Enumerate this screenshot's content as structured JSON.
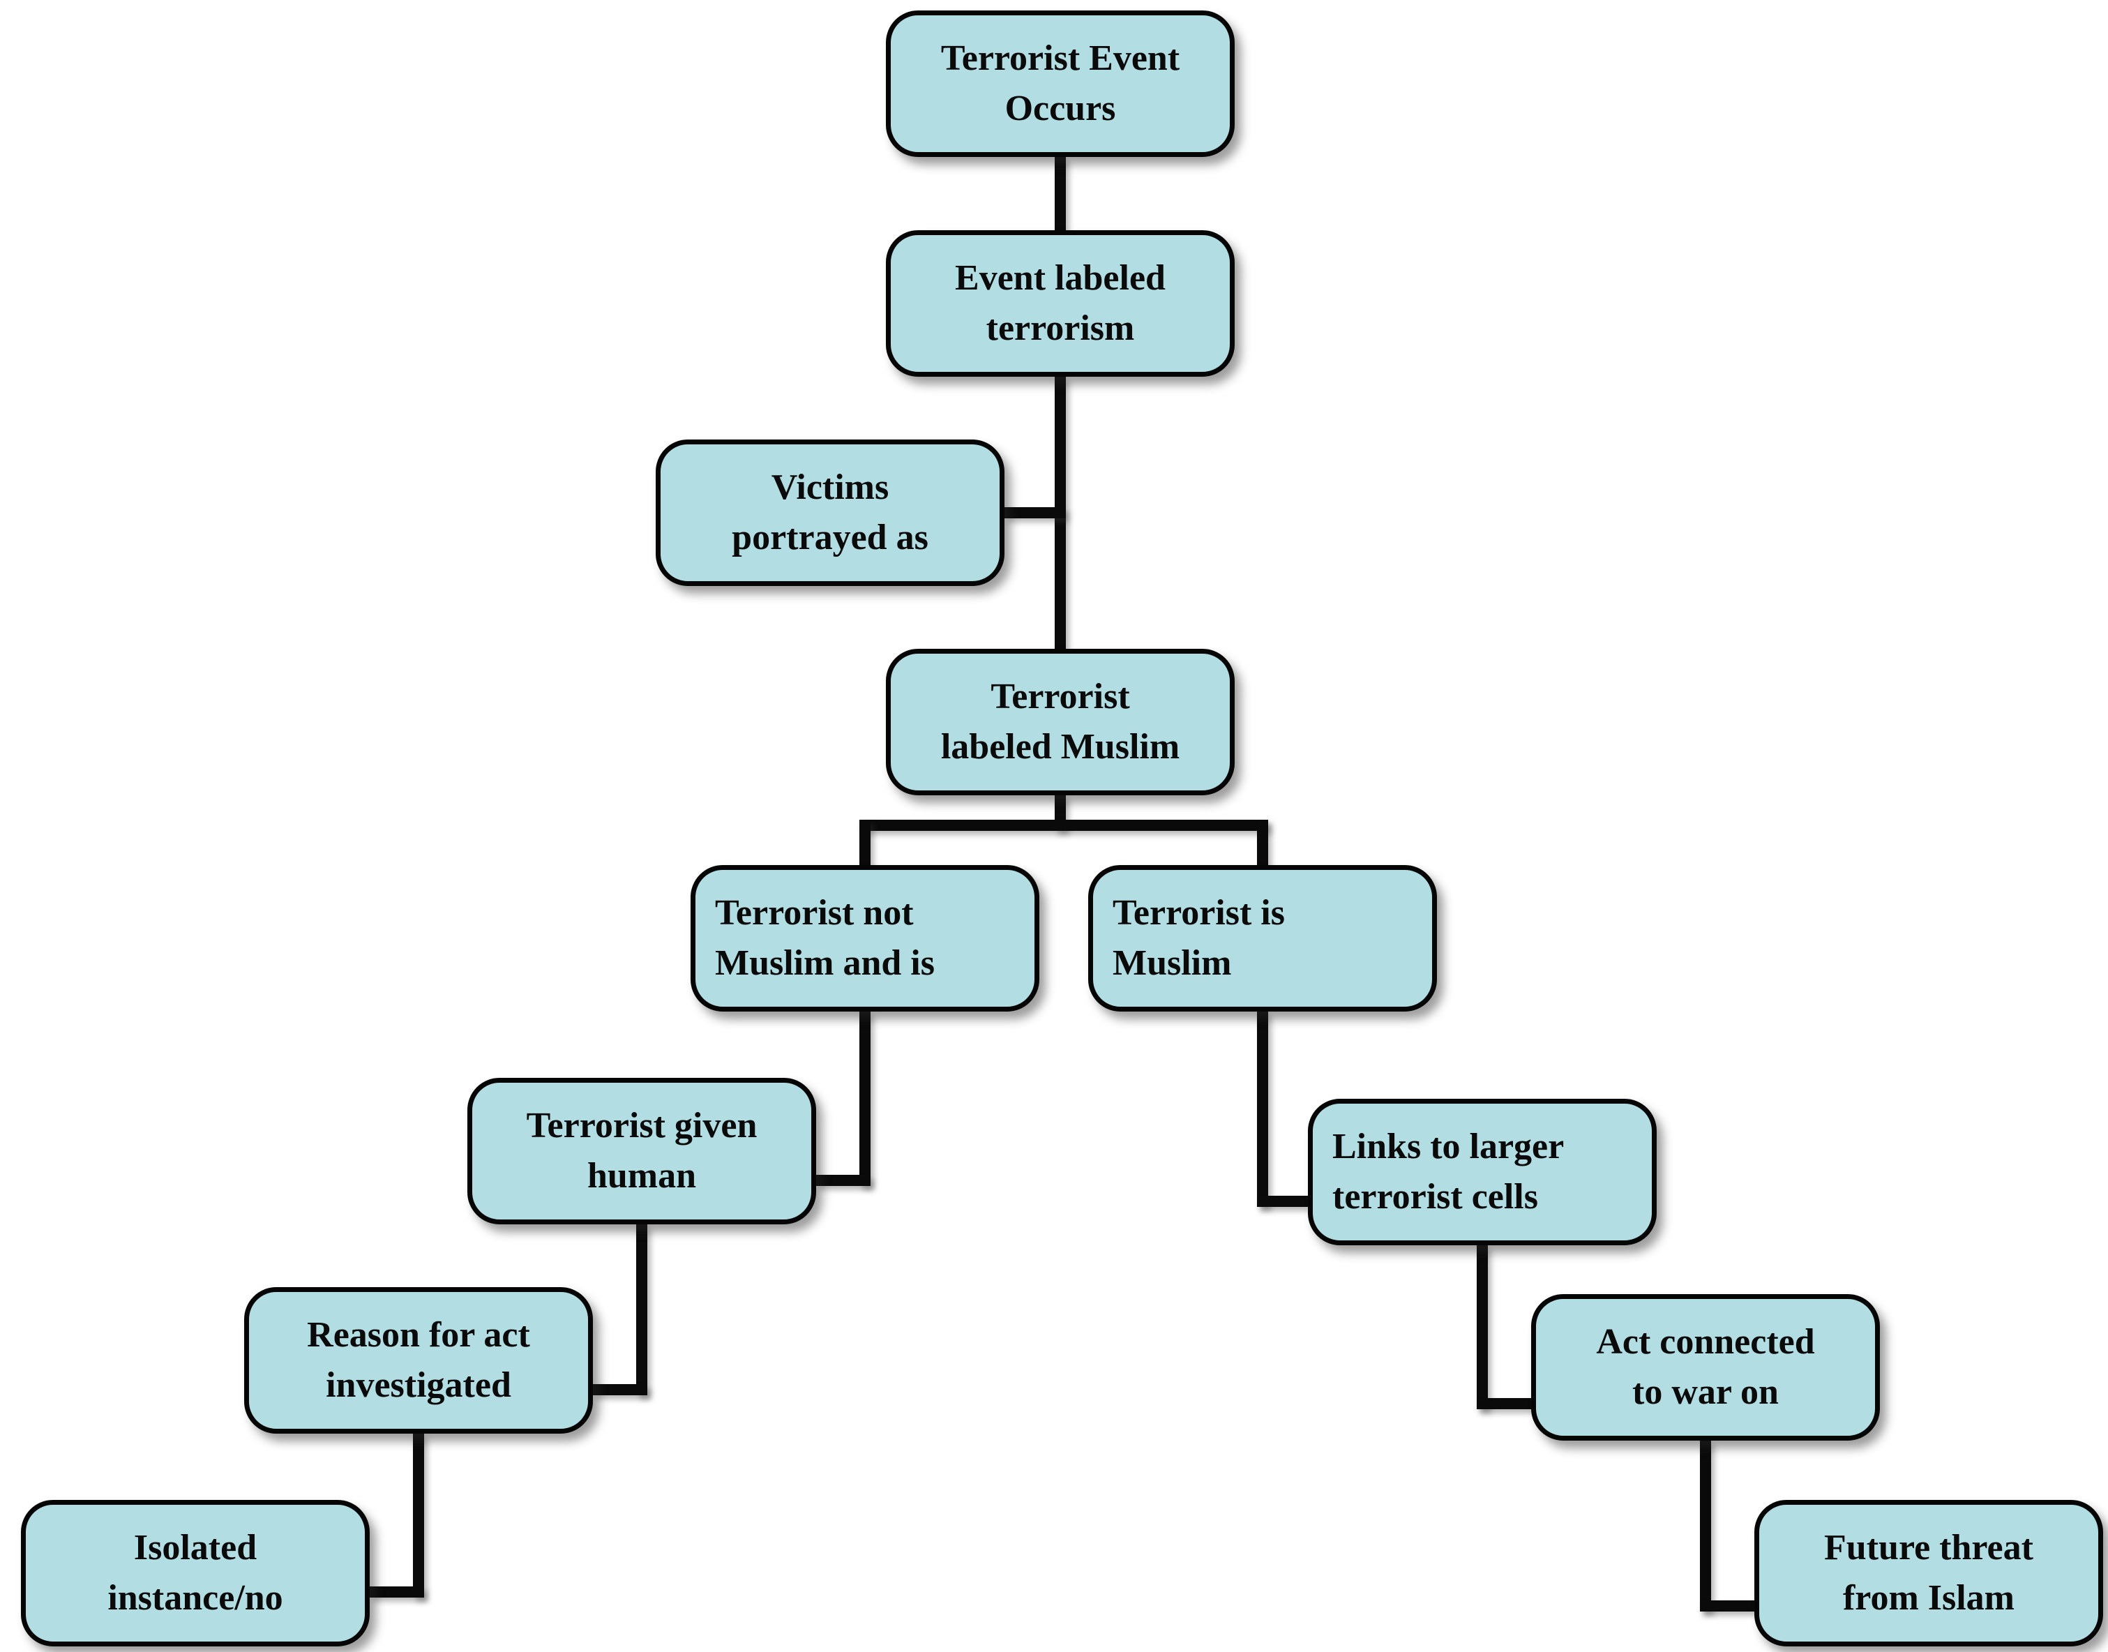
{
  "diagram": {
    "type": "flowchart",
    "background_color": "#ffffff",
    "node_fill_color": "#b2dde2",
    "node_border_color": "#050505",
    "connector_color": "#0a0a0a",
    "nodes": [
      {
        "id": "terrorist-event-occurs",
        "line1": "Terrorist Event",
        "line2": "Occurs"
      },
      {
        "id": "event-labeled-terrorism",
        "line1": "Event labeled",
        "line2": "terrorism"
      },
      {
        "id": "victims-portrayed-as",
        "line1": "Victims",
        "line2": "portrayed as"
      },
      {
        "id": "terrorist-labeled-muslim",
        "line1": "Terrorist",
        "line2": "labeled Muslim"
      },
      {
        "id": "terrorist-not-muslim-and-is",
        "line1": "Terrorist not",
        "line2": "Muslim and is"
      },
      {
        "id": "terrorist-is-muslim",
        "line1": "Terrorist is",
        "line2": "Muslim"
      },
      {
        "id": "terrorist-given-human",
        "line1": "Terrorist given",
        "line2": "human"
      },
      {
        "id": "reason-for-act-investigated",
        "line1": "Reason for act",
        "line2": "investigated"
      },
      {
        "id": "isolated-instance-no",
        "line1": "Isolated",
        "line2": "instance/no"
      },
      {
        "id": "links-to-larger-terrorist-cells",
        "line1": "Links to larger",
        "line2": "terrorist cells"
      },
      {
        "id": "act-connected-to-war-on",
        "line1": "Act connected",
        "line2": "to war on"
      },
      {
        "id": "future-threat-from-islam",
        "line1": "Future threat",
        "line2": "from Islam"
      }
    ],
    "edges": [
      {
        "from": "terrorist-event-occurs",
        "to": "event-labeled-terrorism"
      },
      {
        "from": "event-labeled-terrorism",
        "to": "terrorist-labeled-muslim"
      },
      {
        "from": "victims-portrayed-as",
        "to": "event-labeled-terrorism",
        "note": "side stub joining the main vertical line"
      },
      {
        "from": "terrorist-labeled-muslim",
        "to": "terrorist-not-muslim-and-is"
      },
      {
        "from": "terrorist-labeled-muslim",
        "to": "terrorist-is-muslim"
      },
      {
        "from": "terrorist-not-muslim-and-is",
        "to": "terrorist-given-human"
      },
      {
        "from": "terrorist-given-human",
        "to": "reason-for-act-investigated"
      },
      {
        "from": "reason-for-act-investigated",
        "to": "isolated-instance-no"
      },
      {
        "from": "terrorist-is-muslim",
        "to": "links-to-larger-terrorist-cells"
      },
      {
        "from": "links-to-larger-terrorist-cells",
        "to": "act-connected-to-war-on"
      },
      {
        "from": "act-connected-to-war-on",
        "to": "future-threat-from-islam"
      }
    ]
  }
}
